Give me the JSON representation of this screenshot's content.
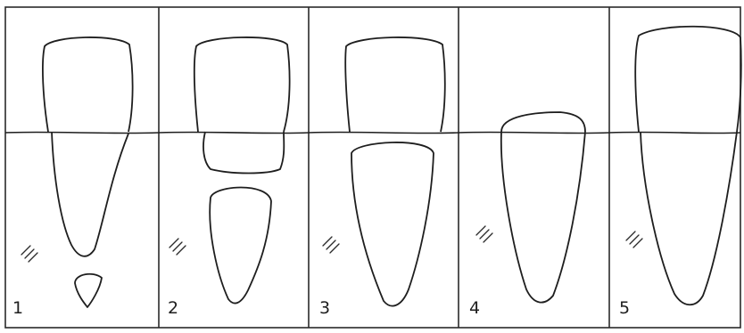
{
  "figure": {
    "panels": [
      {
        "label": "1"
      },
      {
        "label": "2"
      },
      {
        "label": "3"
      },
      {
        "label": "4"
      },
      {
        "label": "5"
      }
    ]
  }
}
